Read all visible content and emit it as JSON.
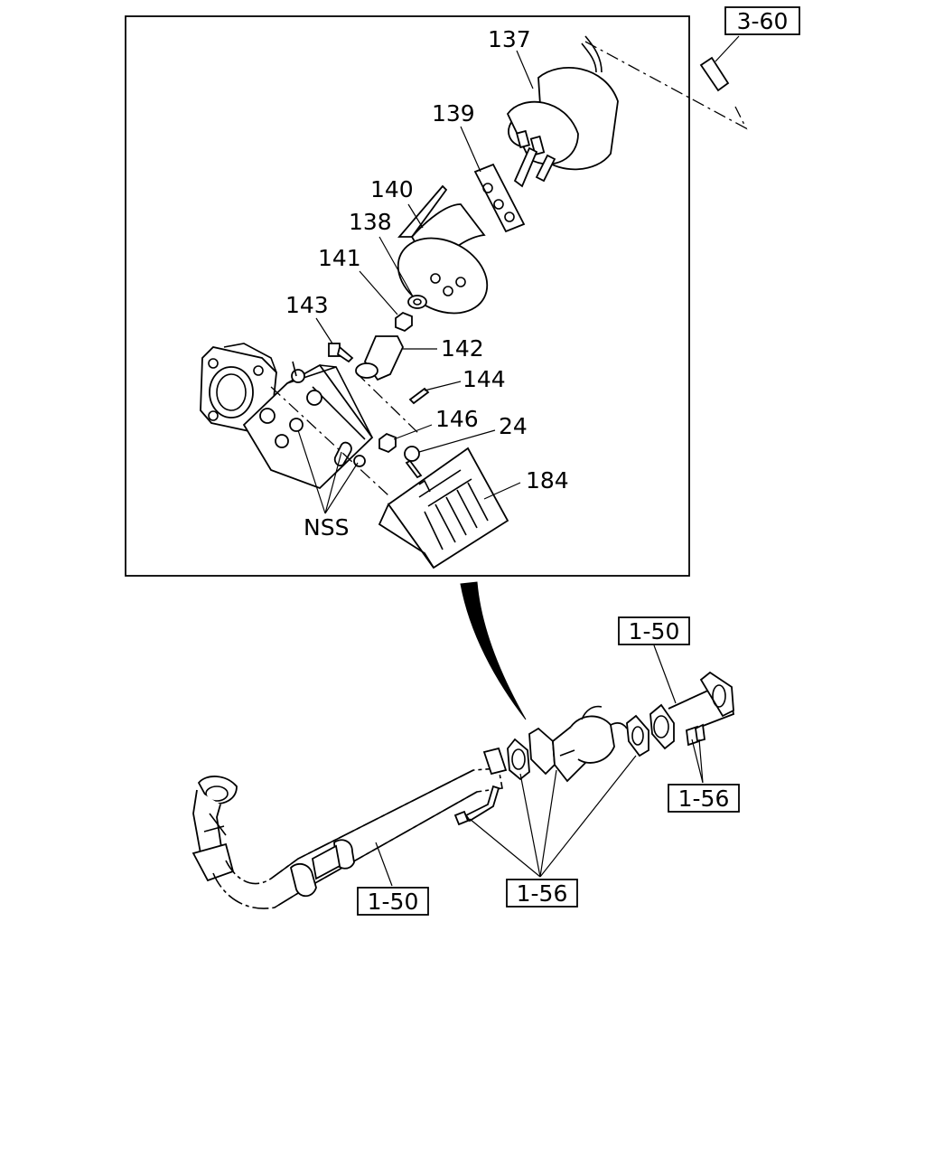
{
  "callouts": {
    "p137": "137",
    "p139": "139",
    "p140": "140",
    "p138": "138",
    "p141": "141",
    "p143": "143",
    "p142": "142",
    "p144": "144",
    "p146": "146",
    "p24": "24",
    "p184": "184",
    "nss": "NSS"
  },
  "references": {
    "ref_top_right": "3-60",
    "ref_pipe_upper": "1-50",
    "ref_gasket_right": "1-56",
    "ref_pipe_lower": "1-50",
    "ref_gasket_lower": "1-56"
  }
}
